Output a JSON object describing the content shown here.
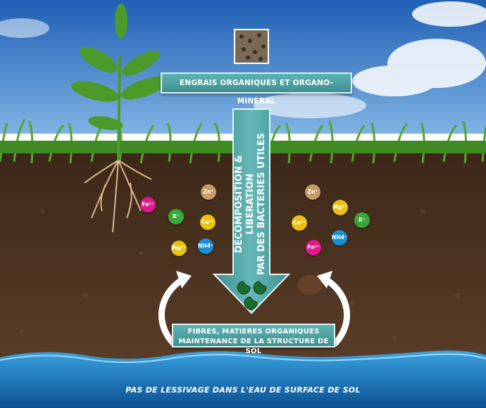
{
  "banners": {
    "top": "ENGRAIS ORGANIQUES ET ORGANO-MINERAL",
    "bottom_line1": "FIBRES, MATIERES ORGANIQUES",
    "bottom_line2": "MAINTENANCE DE LA STRUCTURE DE SOL"
  },
  "arrow_text": {
    "line1": "DECOMPOSITION & LIBERATION",
    "line2": "PAR DES BACTERIES UTILES"
  },
  "ions_left": [
    {
      "label": "Fe²⁺",
      "color": "#e0188c"
    },
    {
      "label": "K⁺",
      "color": "#3aa637"
    },
    {
      "label": "Zn⁺",
      "color": "#c79a6a"
    },
    {
      "label": "Ca²⁺",
      "color": "#e8c20f"
    },
    {
      "label": "Mg²⁺",
      "color": "#e8c20f"
    },
    {
      "label": "NH4⁺",
      "color": "#1b8fd0"
    }
  ],
  "ions_right": [
    {
      "label": "Zn⁺",
      "color": "#c79a6a"
    },
    {
      "label": "Mg²⁺",
      "color": "#e8c20f"
    },
    {
      "label": "Ca²⁺",
      "color": "#e8c20f"
    },
    {
      "label": "K⁺",
      "color": "#3aa637"
    },
    {
      "label": "NH4⁺",
      "color": "#1b8fd0"
    },
    {
      "label": "Fe²⁺",
      "color": "#e0188c"
    }
  ],
  "footer": "PAS DE LESSIVAGE DANS L'EAU DE SURFACE DE SOL",
  "colors": {
    "sky": "#2f6fc0",
    "soil": "#4a3222",
    "water": "#1d86c6",
    "banner": "#4f9fa1"
  }
}
